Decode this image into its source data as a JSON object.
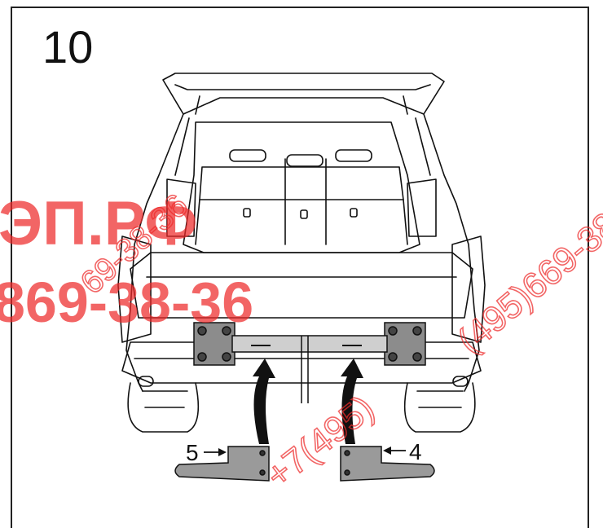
{
  "step_number": "10",
  "callouts": {
    "left_part": "5",
    "right_part": "4"
  },
  "watermark": {
    "line1": "ЭП.РФ",
    "line2": "869-38-36",
    "diag_left": "69-38-36",
    "diag_right": "(495)669-38-3",
    "diag_bottom": "+7(495)"
  },
  "colors": {
    "watermark": "#ee2a2a",
    "line": "#111111",
    "part_fill": "#9a9a9a",
    "bracket_fill": "#8c8c8c"
  }
}
